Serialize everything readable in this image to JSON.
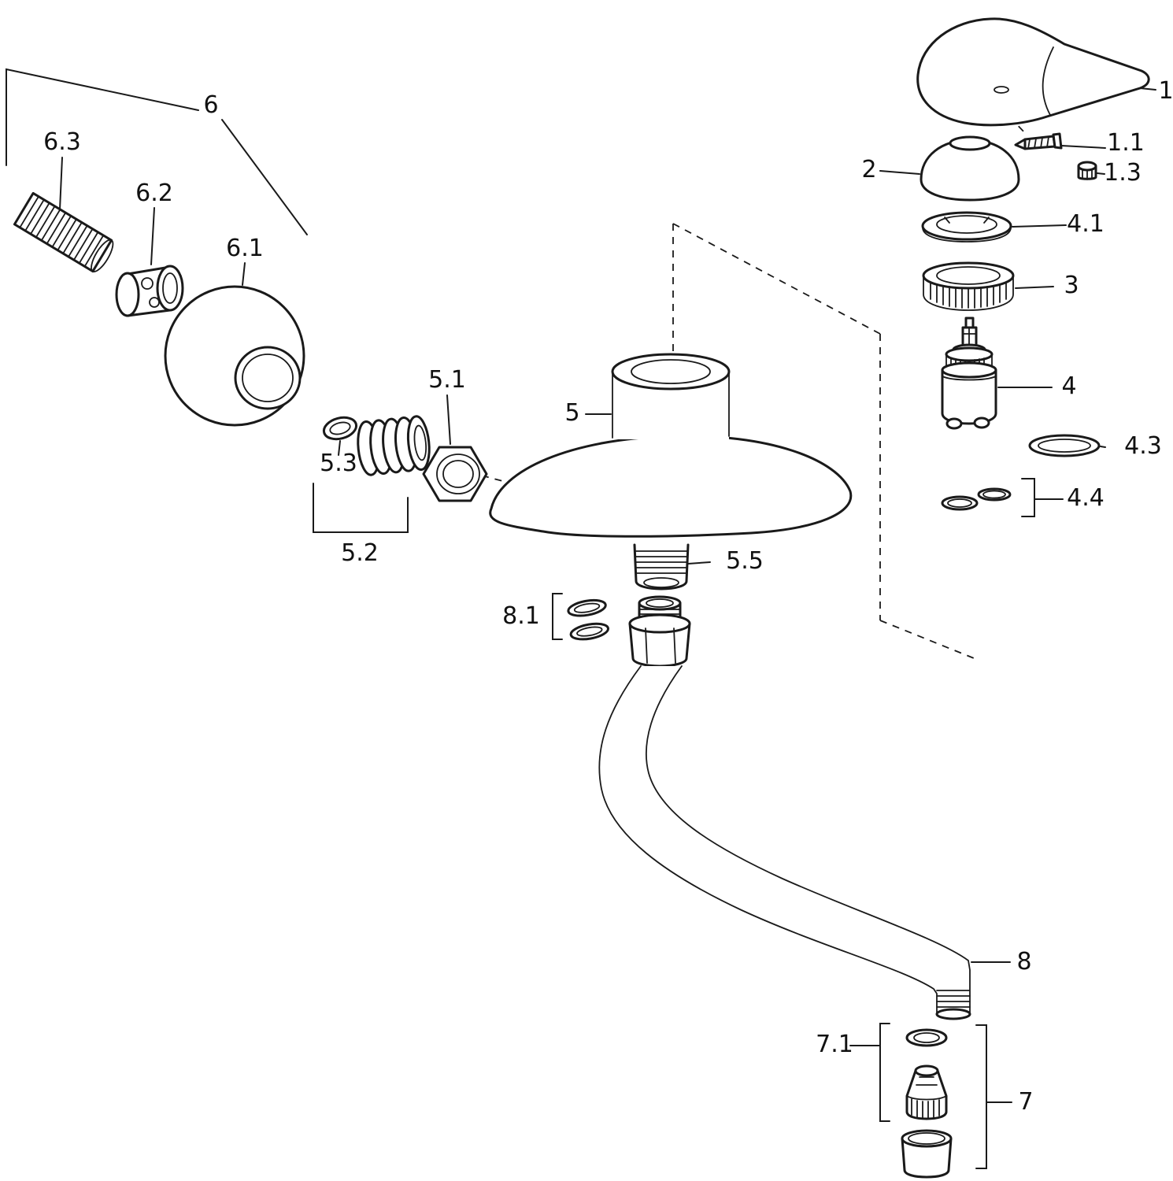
{
  "diagram": {
    "background_color": "#ffffff",
    "line_color": "#1a1a1a",
    "type": "exploded-parts-diagram",
    "labels": [
      {
        "id": "6",
        "text": "6"
      },
      {
        "id": "6.3",
        "text": "6.3"
      },
      {
        "id": "6.2",
        "text": "6.2"
      },
      {
        "id": "6.1",
        "text": "6.1"
      },
      {
        "id": "5.1",
        "text": "5.1"
      },
      {
        "id": "5",
        "text": "5"
      },
      {
        "id": "5.3",
        "text": "5.3"
      },
      {
        "id": "5.2",
        "text": "5.2"
      },
      {
        "id": "5.5",
        "text": "5.5"
      },
      {
        "id": "8.1",
        "text": "8.1"
      },
      {
        "id": "1",
        "text": "1"
      },
      {
        "id": "1.1",
        "text": "1.1"
      },
      {
        "id": "1.3",
        "text": "1.3"
      },
      {
        "id": "2",
        "text": "2"
      },
      {
        "id": "4.1",
        "text": "4.1"
      },
      {
        "id": "3",
        "text": "3"
      },
      {
        "id": "4",
        "text": "4"
      },
      {
        "id": "4.3",
        "text": "4.3"
      },
      {
        "id": "4.4",
        "text": "4.4"
      },
      {
        "id": "8",
        "text": "8"
      },
      {
        "id": "7.1",
        "text": "7.1"
      },
      {
        "id": "7",
        "text": "7"
      }
    ]
  }
}
